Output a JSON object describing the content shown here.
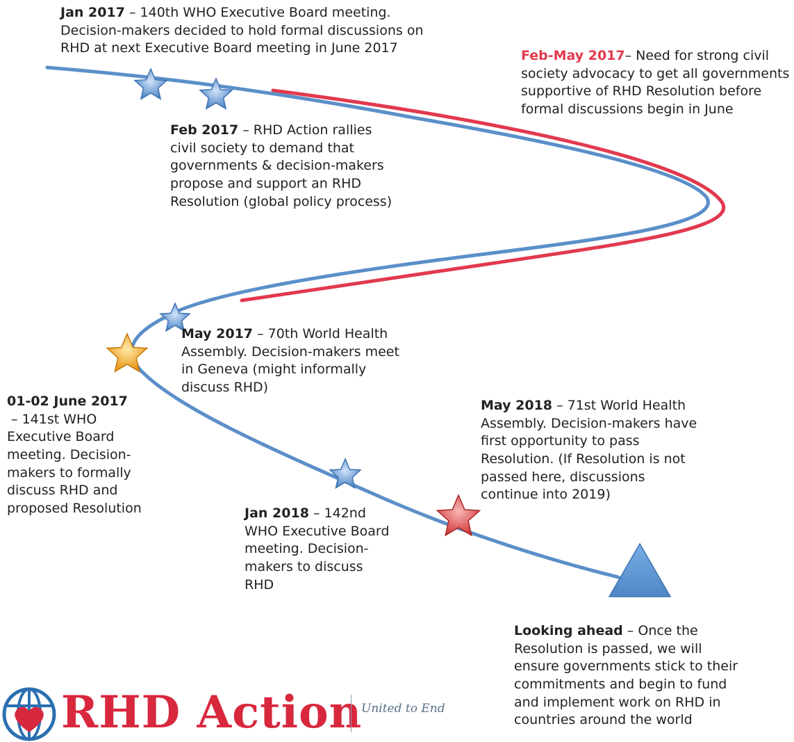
{
  "events": {
    "jan2017": {
      "date": "Jan 2017",
      "text": "140th WHO Executive Board meeting. Decision-makers decided to hold formal discussions on RHD at next Executive Board  meeting in June 2017"
    },
    "febmay2017": {
      "date": "Feb-May 2017",
      "text": "Need for strong civil society advocacy to get all governments supportive of RHD Resolution before formal discussions begin in June"
    },
    "feb2017": {
      "date": "Feb 2017",
      "text": "RHD Action rallies civil society to demand that governments & decision-makers propose and support an RHD Resolution (global policy process)"
    },
    "may2017": {
      "date": "May 2017",
      "text": "70th World Health Assembly. Decision-makers meet in Geneva (might informally discuss RHD)"
    },
    "june2017": {
      "date": "01-02 June 2017",
      "text": "141st WHO Executive Board meeting. Decision-makers to formally discuss RHD and proposed Resolution"
    },
    "may2018": {
      "date": "May 2018",
      "text": "71st World Health Assembly. Decision-makers have first opportunity to pass Resolution. (If Resolution is not passed here, discussions continue into 2019)"
    },
    "jan2018": {
      "date": "Jan 2018",
      "text": "142nd WHO Executive Board meeting. Decision-makers to discuss RHD"
    },
    "ahead": {
      "date": "Looking ahead",
      "text": "Once the Resolution is passed, we will ensure governments stick to their commitments and begin to fund and implement work on RHD in countries around the world"
    }
  },
  "separator": " – ",
  "separator_tight": "– ",
  "logo": {
    "name": "RHD Action",
    "tagline": "United to End"
  },
  "colors": {
    "path_blue": "#5b8fc9",
    "path_red": "#e2394e",
    "star_blue": "#6ea4dc",
    "star_gold": "#f5a623",
    "star_red": "#e04a4a",
    "triangle": "#5e95d8",
    "logo_red": "#d8283e"
  }
}
